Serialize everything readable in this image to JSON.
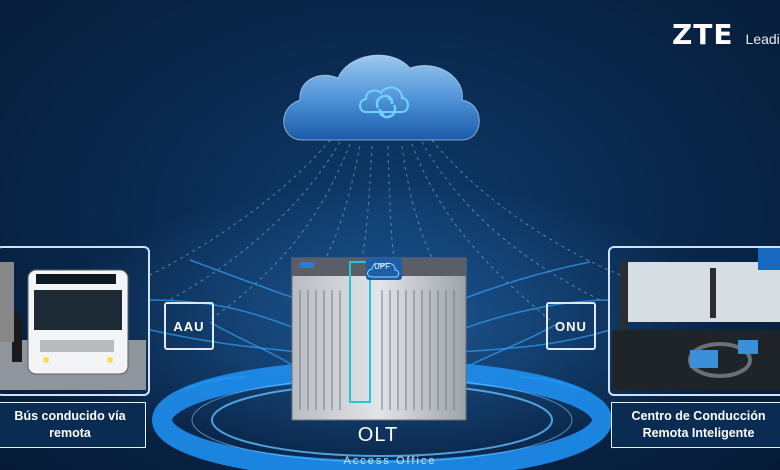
{
  "logo": {
    "brand": "ZTE",
    "tagline": "Leading"
  },
  "diagram": {
    "cloud_icon": "cloud-sync-icon",
    "hub": {
      "label": "OLT",
      "module_label": "UPF"
    },
    "left_node": {
      "label": "AAU"
    },
    "right_node": {
      "label": "ONU"
    },
    "ring_label": "Access Office",
    "left_caption": {
      "line1": "Bús conducido vía",
      "line2": "remota"
    },
    "right_caption": {
      "line1": "Centro de Conducción",
      "line2": "Remota Inteligente"
    }
  },
  "colors": {
    "background": "#0a2a50",
    "accent": "#1e8ff0",
    "cloud": "#5fa8e8",
    "line": "#2f9cf0"
  }
}
